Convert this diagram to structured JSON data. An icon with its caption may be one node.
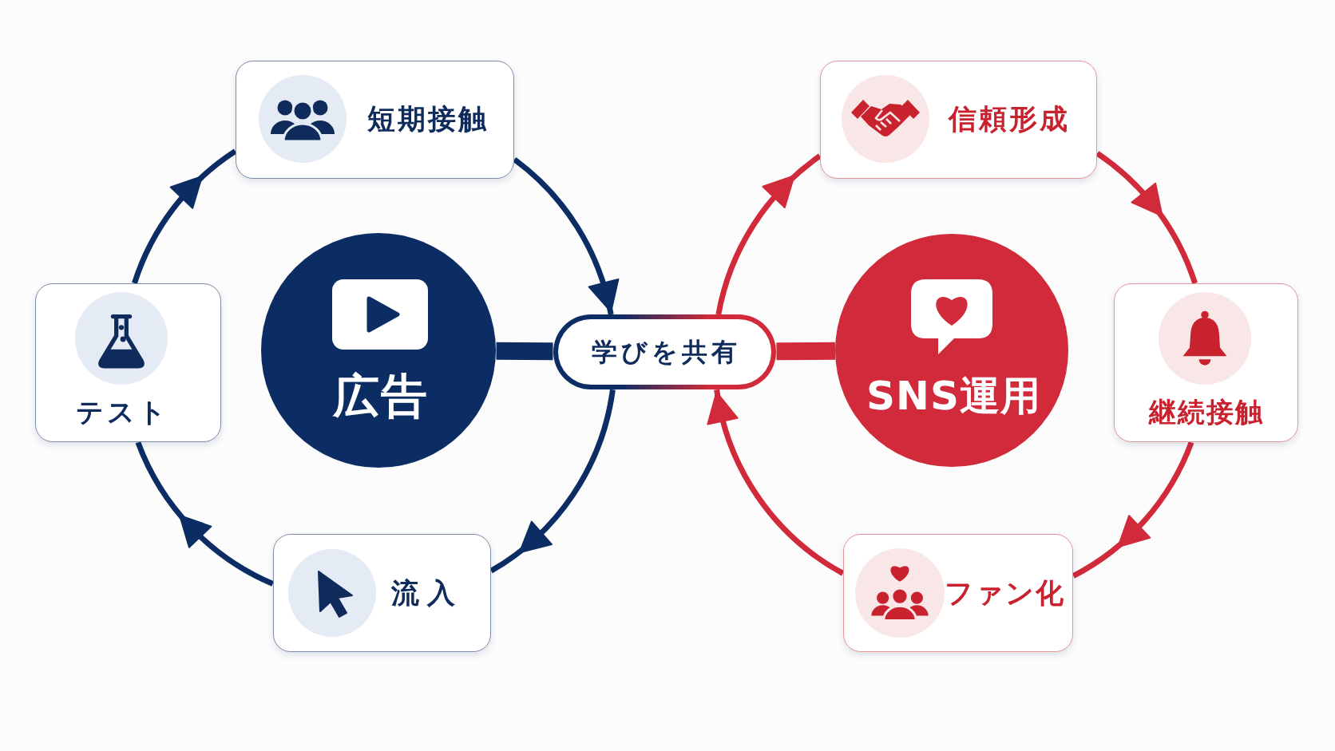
{
  "diagram": {
    "nodes": [
      {
        "text": [
          "短期接触"
        ]
      },
      {
        "text": [
          "信頼形成"
        ]
      },
      {
        "text": [
          "テスト"
        ]
      },
      {
        "text": [
          "広告"
        ]
      },
      {
        "text": [
          "学びを共有"
        ]
      },
      {
        "text": [
          "SNS運用"
        ]
      },
      {
        "text": [
          "継続接触"
        ]
      },
      {
        "text": [
          "流入"
        ]
      },
      {
        "text": [
          "ファン化"
        ]
      }
    ],
    "edges": [
      {
        "from": 2,
        "to": 0,
        "arrow": "to"
      },
      {
        "from": 0,
        "to": 4,
        "arrow": "to"
      },
      {
        "from": 4,
        "to": 7,
        "arrow": "to"
      },
      {
        "from": 7,
        "to": 2,
        "arrow": "to"
      },
      {
        "from": 1,
        "to": 6,
        "arrow": "to",
        "color": "#d12a3a"
      },
      {
        "from": 6,
        "to": 8,
        "arrow": "to",
        "color": "#d12a3a"
      },
      {
        "from": 8,
        "to": 4,
        "arrow": "to",
        "color": "#d12a3a"
      },
      {
        "from": 4,
        "to": 1,
        "arrow": "to",
        "color": "#d12a3a"
      },
      {
        "from": 3,
        "to": 4,
        "arrow": "none",
        "style": "thick"
      },
      {
        "from": 4,
        "to": 5,
        "arrow": "none",
        "style": "thick",
        "color": "#d12a3a"
      }
    ]
  }
}
